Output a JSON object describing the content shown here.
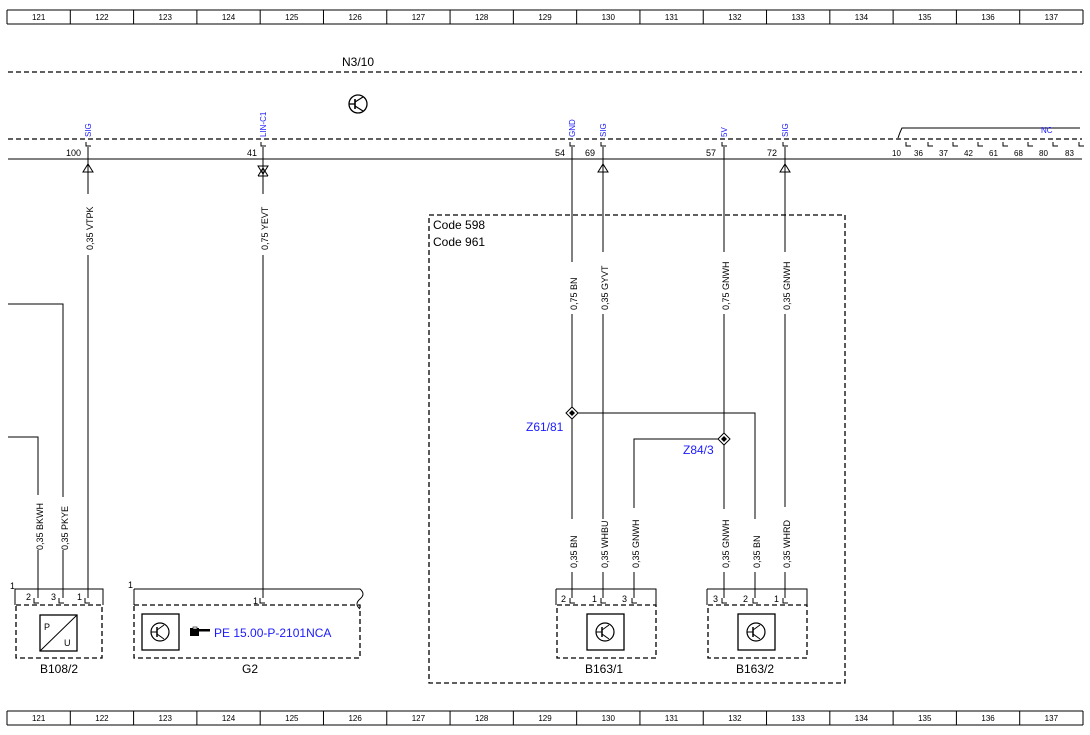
{
  "grid_numbers": [
    "121",
    "122",
    "123",
    "124",
    "125",
    "126",
    "127",
    "128",
    "129",
    "130",
    "131",
    "132",
    "133",
    "134",
    "135",
    "136",
    "137"
  ],
  "module": {
    "name": "N3/10",
    "pin_row": [
      {
        "pin": "100",
        "signal": "SIG"
      },
      {
        "pin": "41",
        "signal": "LIN-C1"
      },
      {
        "pin": "54",
        "signal": "GND"
      },
      {
        "pin": "69",
        "signal": "SIG"
      },
      {
        "pin": "57",
        "signal": "5V"
      },
      {
        "pin": "72",
        "signal": "SIG"
      }
    ],
    "nc_label": "NC",
    "nc_pins": [
      "10",
      "36",
      "37",
      "42",
      "61",
      "68",
      "80",
      "83"
    ]
  },
  "wires": {
    "w100": "0,35 VTPK",
    "w41": "0,75 YEVT",
    "w54": "0,75 BN",
    "w69": "0,35 GYVT",
    "w57": "0,75 GNWH",
    "w72": "0,35 GNWH",
    "b108_2": "0,35 BKWH",
    "b108_3": "0,35 PKYE",
    "b163_1_pin2": "0,35 BN",
    "b163_1_pin1": "0,35 WHBU",
    "b163_1_pin3": "0,35 GNWH",
    "b163_2_pin3": "0,35 GNWH",
    "b163_2_pin2": "0,35 BN",
    "b163_2_pin1": "0,35 WHRD"
  },
  "code_box": [
    "Code 598",
    "Code 961"
  ],
  "splices": {
    "z61": "Z61/81",
    "z84": "Z84/3"
  },
  "components": {
    "b108": {
      "name": "B108/2",
      "ground": "1",
      "pins": [
        "2",
        "3",
        "1"
      ],
      "icon_text": "P",
      "icon_text2": "U"
    },
    "g2": {
      "name": "G2",
      "ground": "1",
      "pin": "1",
      "reference": "PE 15.00-P-2101NCA"
    },
    "b163_1": {
      "name": "B163/1",
      "pins": [
        "2",
        "1",
        "3"
      ]
    },
    "b163_2": {
      "name": "B163/2",
      "pins": [
        "3",
        "2",
        "1"
      ]
    }
  }
}
